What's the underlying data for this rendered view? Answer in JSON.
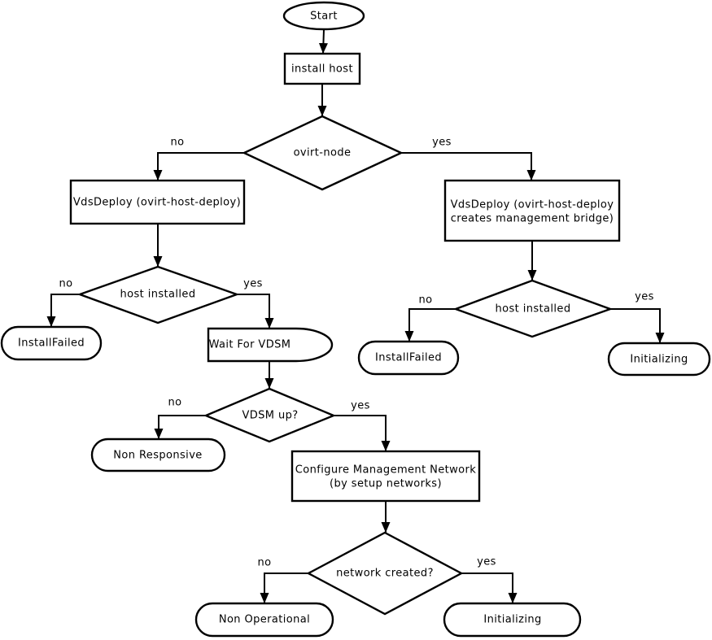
{
  "diagram": {
    "type": "flowchart",
    "colors": {
      "background": "#ffffff",
      "node_fill": "#ffffff",
      "stroke": "#000000",
      "text": "#000000"
    },
    "nodes": {
      "start": {
        "label": "Start",
        "shape": "ellipse"
      },
      "install_host": {
        "label": "install host",
        "shape": "rectangle"
      },
      "ovirt_node": {
        "label": "ovirt-node",
        "shape": "diamond"
      },
      "vdsdeploy_left": {
        "label": "VdsDeploy (ovirt-host-deploy)",
        "shape": "rectangle"
      },
      "vdsdeploy_right": {
        "line1": "VdsDeploy (ovirt-host-deploy",
        "line2": "creates management bridge)",
        "shape": "rectangle"
      },
      "host_installed_left": {
        "label": "host installed",
        "shape": "diamond"
      },
      "install_failed_left": {
        "label": "InstallFailed",
        "shape": "stadium"
      },
      "wait_for_vdsm": {
        "label": "Wait For VDSM",
        "shape": "delay"
      },
      "vdsm_up": {
        "label": "VDSM up?",
        "shape": "diamond"
      },
      "non_responsive": {
        "label": "Non Responsive",
        "shape": "stadium"
      },
      "configure_network": {
        "line1": "Configure Management Network",
        "line2": "(by setup networks)",
        "shape": "rectangle"
      },
      "network_created": {
        "label": "network created?",
        "shape": "diamond"
      },
      "non_operational": {
        "label": "Non Operational",
        "shape": "stadium"
      },
      "initializing_bottom": {
        "label": "Initializing",
        "shape": "stadium"
      },
      "host_installed_right": {
        "label": "host installed",
        "shape": "diamond"
      },
      "install_failed_right": {
        "label": "InstallFailed",
        "shape": "stadium"
      },
      "initializing_right": {
        "label": "Initializing",
        "shape": "stadium"
      }
    },
    "edge_labels": {
      "ovirt_node_no": "no",
      "ovirt_node_yes": "yes",
      "host_installed_left_no": "no",
      "host_installed_left_yes": "yes",
      "vdsm_up_no": "no",
      "vdsm_up_yes": "yes",
      "network_created_no": "no",
      "network_created_yes": "yes",
      "host_installed_right_no": "no",
      "host_installed_right_yes": "yes"
    }
  }
}
